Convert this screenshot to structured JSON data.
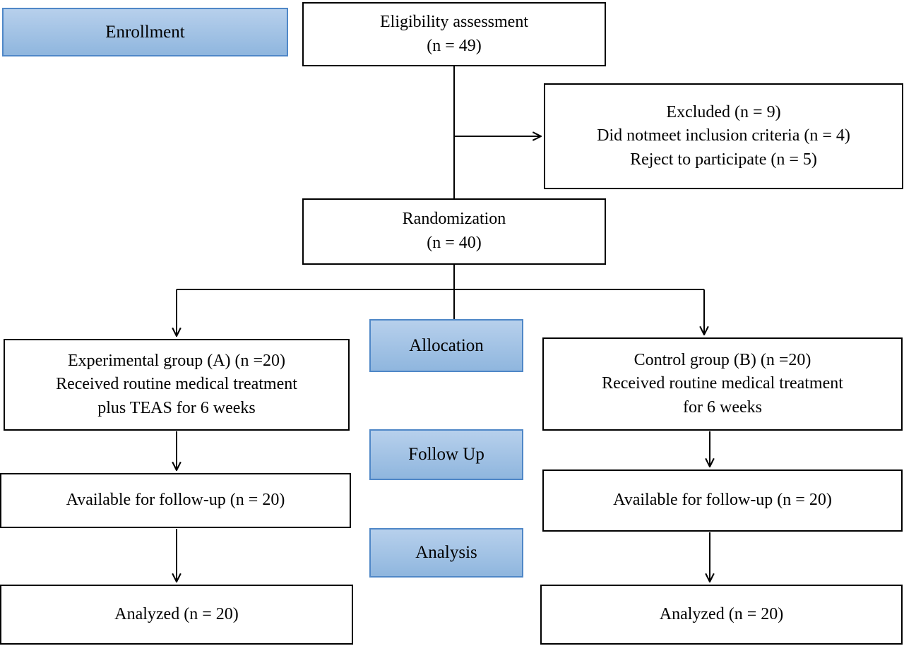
{
  "stages": {
    "enrollment": "Enrollment",
    "allocation": "Allocation",
    "follow_up": "Follow Up",
    "analysis": "Analysis"
  },
  "boxes": {
    "eligibility": {
      "lines": [
        "Eligibility assessment",
        "(n = 49)"
      ]
    },
    "excluded": {
      "lines": [
        "Excluded (n = 9)",
        "Did notmeet inclusion criteria (n = 4)",
        "Reject to participate (n = 5)"
      ]
    },
    "randomization": {
      "lines": [
        "Randomization",
        "(n = 40)"
      ]
    },
    "experimental_group": {
      "lines": [
        "Experimental group (A) (n =20)",
        "Received routine medical treatment",
        "plus TEAS for 6 weeks"
      ]
    },
    "control_group": {
      "lines": [
        "Control group (B) (n =20)",
        "Received routine medical treatment",
        "for 6 weeks"
      ]
    },
    "followup_experimental": {
      "lines": [
        "Available for follow-up (n = 20)"
      ]
    },
    "followup_control": {
      "lines": [
        "Available for follow-up (n = 20)"
      ]
    },
    "analyzed_experimental": {
      "lines": [
        "Analyzed (n = 20)"
      ]
    },
    "analyzed_control": {
      "lines": [
        "Analyzed (n = 20)"
      ]
    }
  },
  "colors": {
    "stage_fill_top": "#b7d0ec",
    "stage_fill_bottom": "#8fb6de",
    "stage_border": "#4f87c7",
    "connector": "#000000"
  }
}
